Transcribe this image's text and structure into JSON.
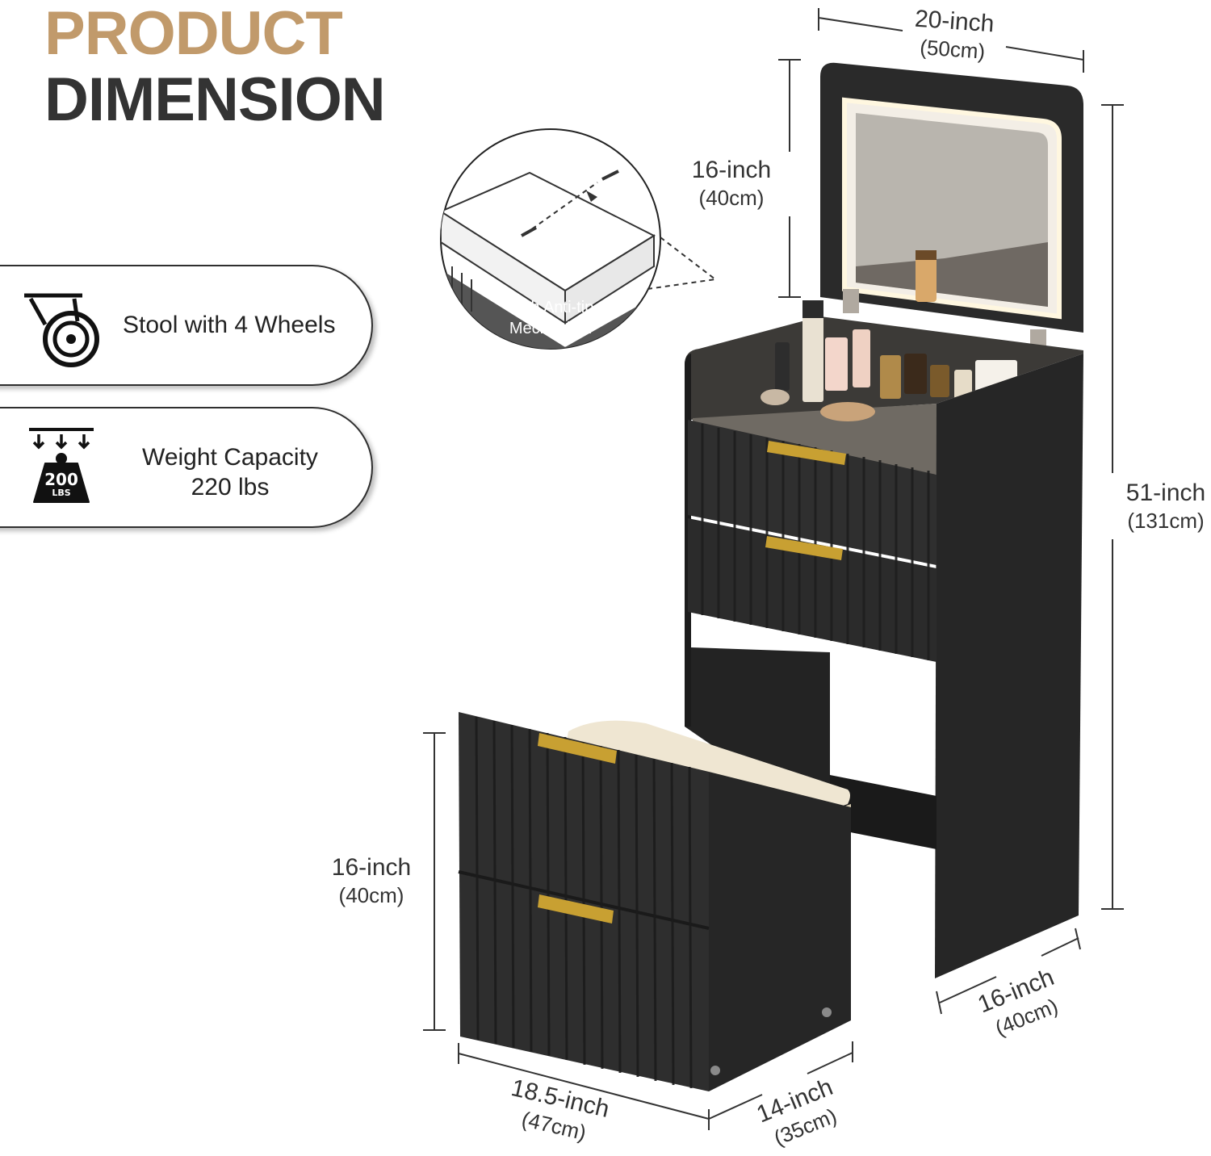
{
  "heading": {
    "line1": "PRODUCT",
    "line2": "DIMENSION"
  },
  "features": [
    {
      "icon": "caster-wheel-icon",
      "label": "Stool with 4 Wheels"
    },
    {
      "icon": "weight-icon",
      "label_line1": "Weight Capacity",
      "label_line2": "220 lbs",
      "badge_value": "200",
      "badge_unit": "LBS"
    }
  ],
  "callout": {
    "line1": "With Anti-tip",
    "line2": "Mechanism"
  },
  "dimensions": {
    "vanity_width": {
      "inch": "20-inch",
      "cm": "(50cm)"
    },
    "mirror_height": {
      "inch": "16-inch",
      "cm": "(40cm)"
    },
    "vanity_height": {
      "inch": "51-inch",
      "cm": "(131cm)"
    },
    "vanity_depth": {
      "inch": "16-inch",
      "cm": "(40cm)"
    },
    "stool_height": {
      "inch": "16-inch",
      "cm": "(40cm)"
    },
    "stool_width": {
      "inch": "18.5-inch",
      "cm": "(47cm)"
    },
    "stool_depth": {
      "inch": "14-inch",
      "cm": "(35cm)"
    }
  },
  "colors": {
    "accent_gold": "#c19a6b",
    "furniture_black": "#2b2b2b",
    "handle_gold": "#c8a032",
    "cushion": "#efe6d2"
  }
}
